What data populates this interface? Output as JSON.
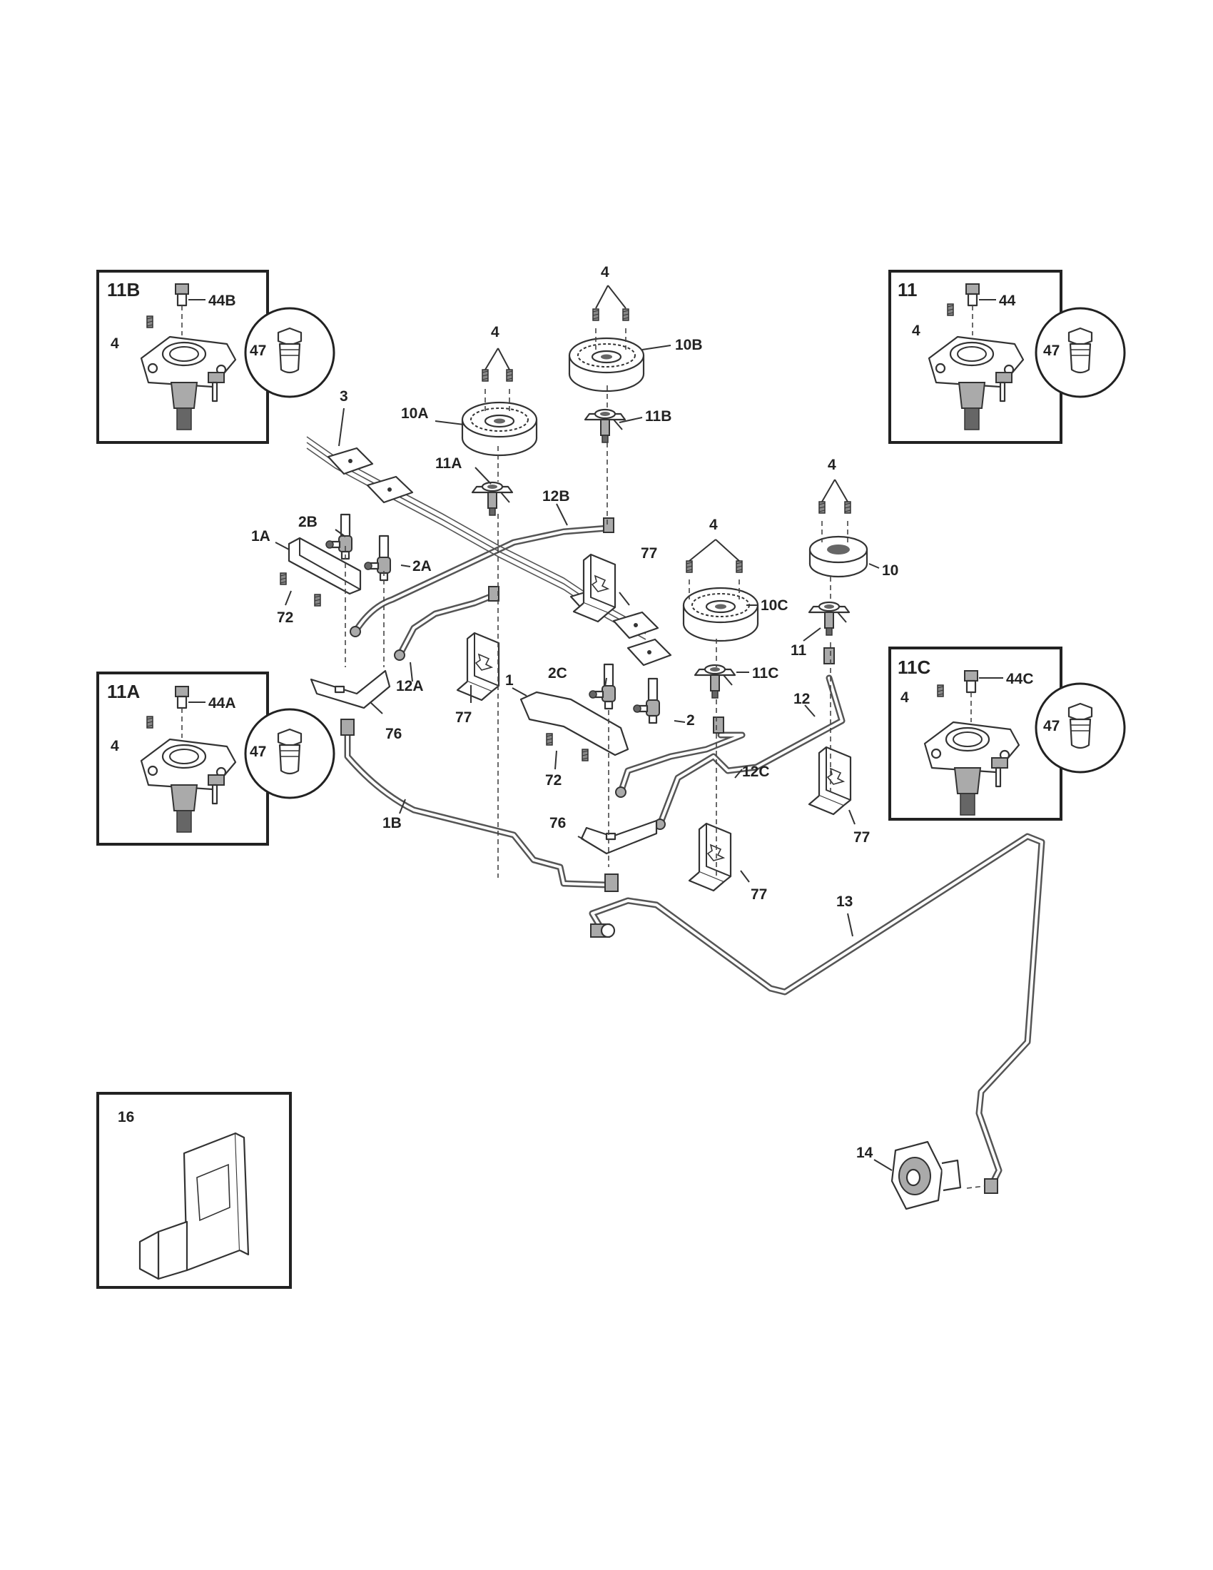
{
  "diagram": {
    "labels": {
      "l_3": "3",
      "l_4_a": "4",
      "l_4_b": "4",
      "l_4_c": "4",
      "l_4_d": "4",
      "l_10A": "10A",
      "l_10B": "10B",
      "l_10C": "10C",
      "l_10": "10",
      "l_11A": "11A",
      "l_11B": "11B",
      "l_11C": "11C",
      "l_11": "11",
      "l_12B": "12B",
      "l_12A": "12A",
      "l_12C": "12C",
      "l_12": "12",
      "l_2B": "2B",
      "l_2A": "2A",
      "l_2C": "2C",
      "l_2": "2",
      "l_1A": "1A",
      "l_1": "1",
      "l_1B": "1B",
      "l_72_a": "72",
      "l_72_b": "72",
      "l_76_a": "76",
      "l_76_b": "76",
      "l_77_a": "77",
      "l_77_b": "77",
      "l_77_c": "77",
      "l_77_d": "77",
      "l_13": "13",
      "l_14": "14"
    },
    "insets": {
      "inset_11B": {
        "title": "11B",
        "cap_label": "44B",
        "screw_label": "4",
        "orifice_label": "47"
      },
      "inset_11": {
        "title": "11",
        "cap_label": "44",
        "screw_label": "4",
        "orifice_label": "47"
      },
      "inset_11A": {
        "title": "11A",
        "cap_label": "44A",
        "screw_label": "4",
        "orifice_label": "47"
      },
      "inset_11C": {
        "title": "11C",
        "cap_label": "44C",
        "screw_label": "4",
        "orifice_label": "47"
      },
      "inset_16": {
        "title": "16"
      }
    }
  }
}
